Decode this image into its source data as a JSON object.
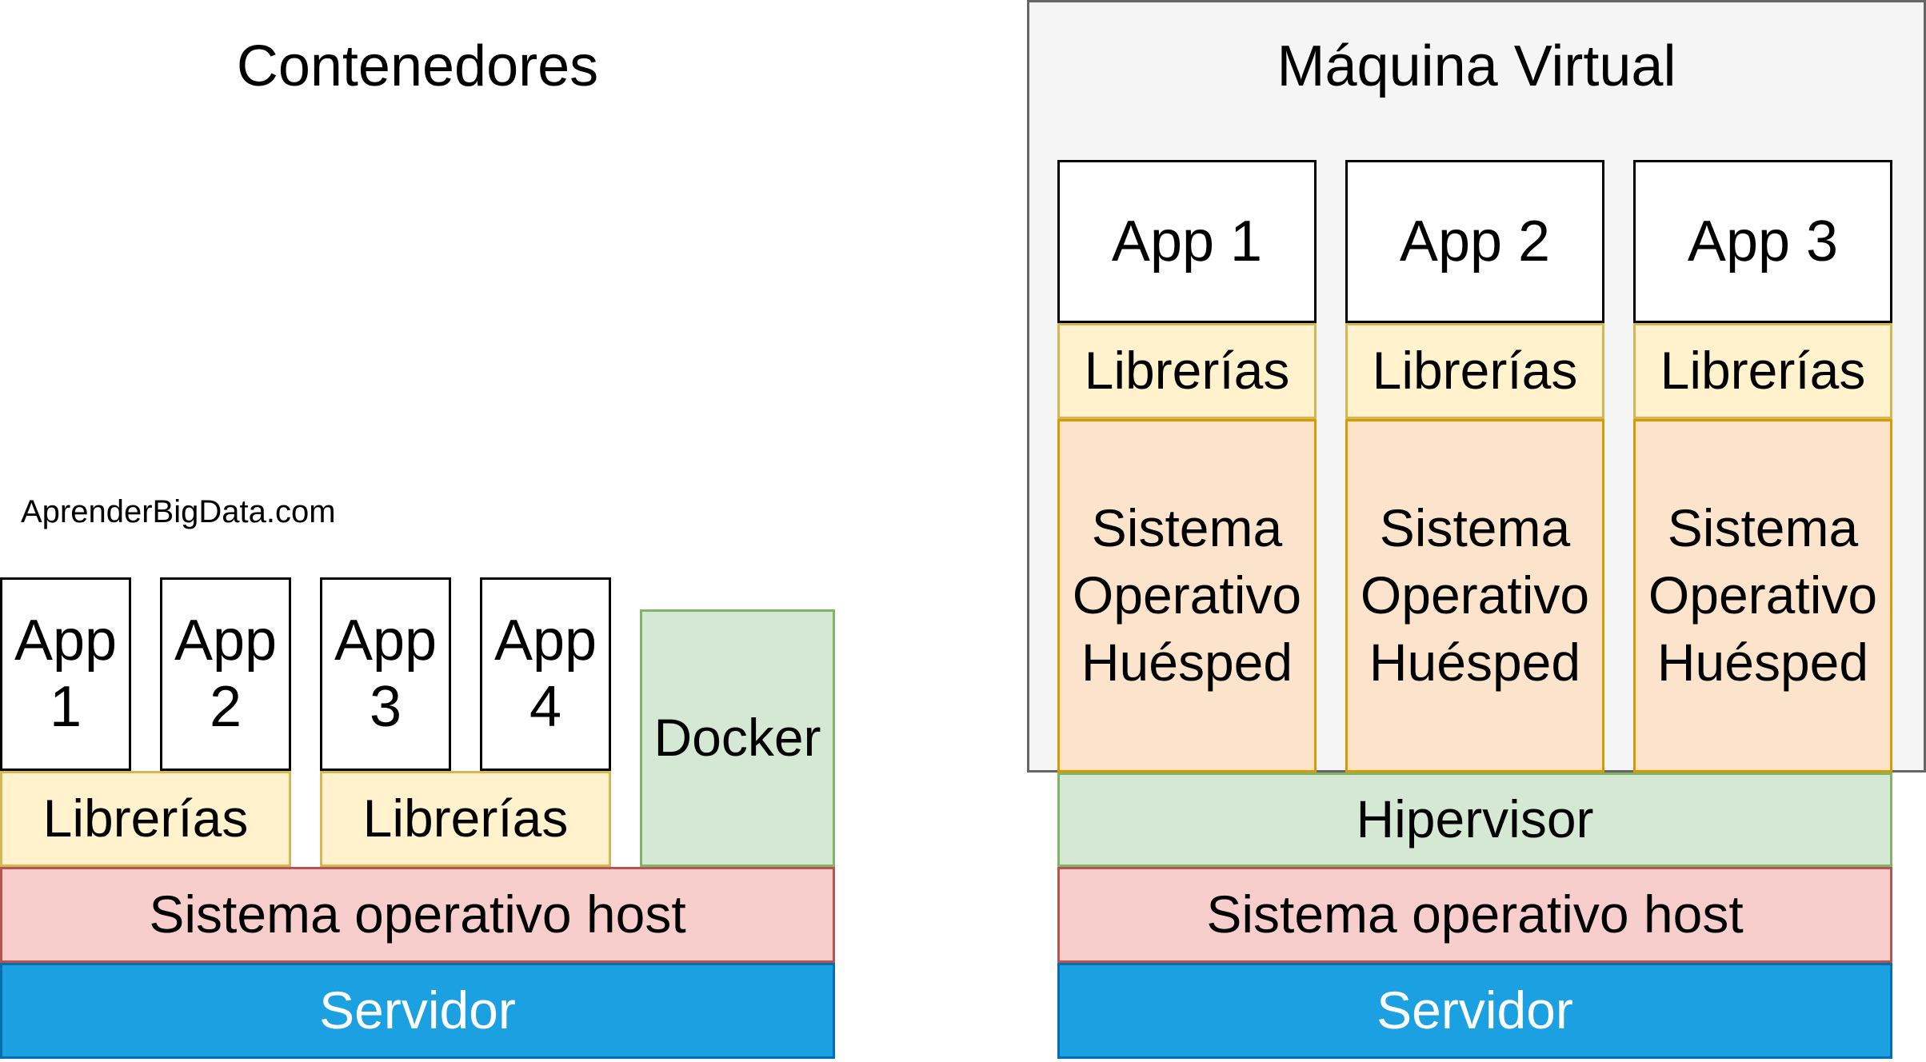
{
  "containers": {
    "title": "Contenedores",
    "watermark": "AprenderBigData.com",
    "apps": [
      "App\n1",
      "App\n2",
      "App\n3",
      "App\n4"
    ],
    "libraries": [
      "Librerías",
      "Librerías"
    ],
    "docker": "Docker",
    "host_os": "Sistema operativo host",
    "server": "Servidor"
  },
  "virtual_machine": {
    "title": "Máquina Virtual",
    "apps": [
      "App 1",
      "App 2",
      "App 3"
    ],
    "libraries": [
      "Librerías",
      "Librerías",
      "Librerías"
    ],
    "guest_os": [
      "Sistema\nOperativo\nHuésped",
      "Sistema\nOperativo\nHuésped",
      "Sistema\nOperativo\nHuésped"
    ],
    "hypervisor": "Hipervisor",
    "host_os": "Sistema operativo host",
    "server": "Servidor"
  },
  "colors": {
    "library_fill": "#fff2cc",
    "guest_os_fill": "#fce4cc",
    "green_fill": "#d5e8d4",
    "host_fill": "#f8cecc",
    "server_fill": "#1ba1e2",
    "vm_panel_fill": "#f5f5f5"
  }
}
